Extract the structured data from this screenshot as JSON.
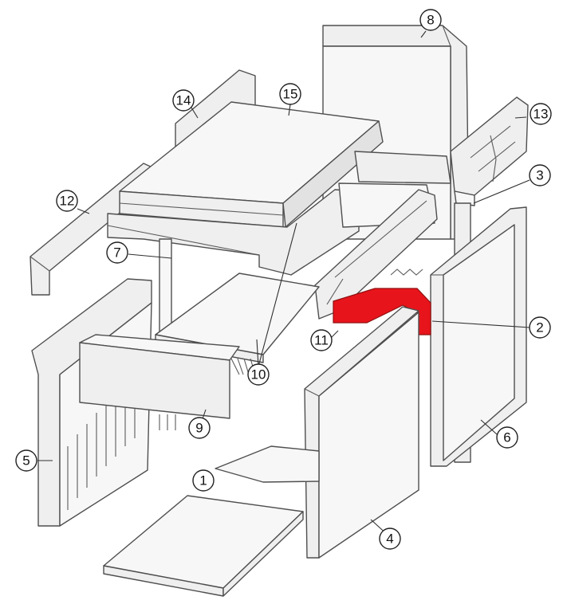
{
  "diagram": {
    "highlight_color": "#e8141b",
    "callouts": [
      {
        "id": "c1",
        "label": "1"
      },
      {
        "id": "c2",
        "label": "2"
      },
      {
        "id": "c3",
        "label": "3"
      },
      {
        "id": "c4",
        "label": "4"
      },
      {
        "id": "c5",
        "label": "5"
      },
      {
        "id": "c6",
        "label": "6"
      },
      {
        "id": "c7",
        "label": "7"
      },
      {
        "id": "c8",
        "label": "8"
      },
      {
        "id": "c9",
        "label": "9"
      },
      {
        "id": "c10",
        "label": "10"
      },
      {
        "id": "c11",
        "label": "11"
      },
      {
        "id": "c12",
        "label": "12"
      },
      {
        "id": "c13",
        "label": "13"
      },
      {
        "id": "c14",
        "label": "14"
      },
      {
        "id": "c15",
        "label": "15"
      }
    ]
  }
}
